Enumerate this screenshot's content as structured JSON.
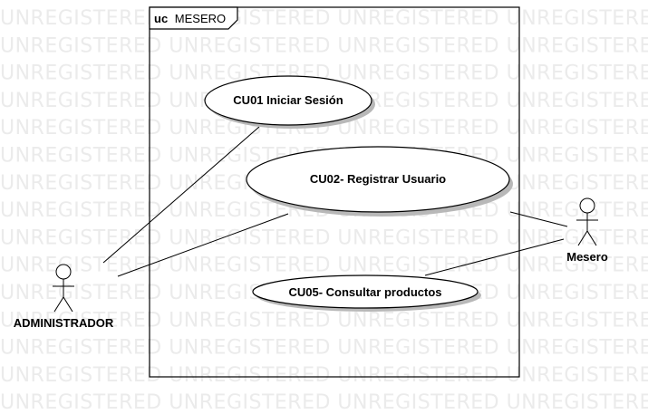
{
  "watermark": "UNREGISTERED UNREGISTERED UNREGISTERED UNREGISTERED UNREGISTERED",
  "frame": {
    "keyword": "uc",
    "name": "MESERO"
  },
  "use_cases": {
    "cu01": "CU01 Iniciar Sesión",
    "cu02": "CU02- Registrar Usuario",
    "cu05": "CU05- Consultar productos"
  },
  "actors": {
    "admin": "ADMINISTRADOR",
    "mesero": "Mesero"
  },
  "colors": {
    "line": "#000000",
    "shadow": "#b8b8b8",
    "watermark": "#ebebeb"
  }
}
